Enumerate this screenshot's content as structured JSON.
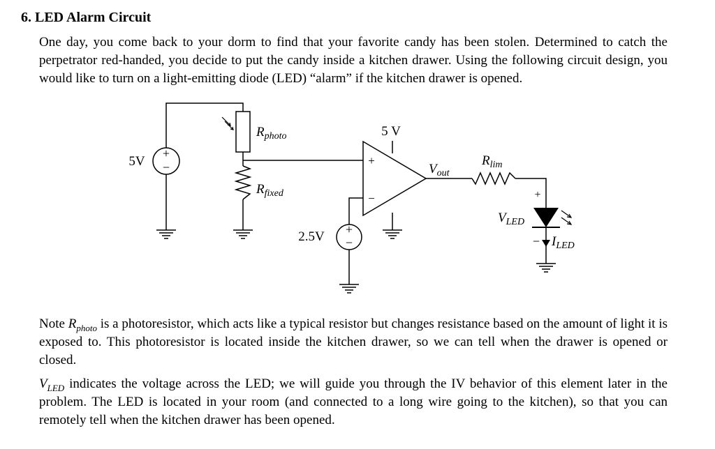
{
  "problem": {
    "number": "6.",
    "title": "LED Alarm Circuit"
  },
  "intro": "One day, you come back to your dorm to find that your favorite candy has been stolen. Determined to catch the perpetrator red-handed, you decide to put the candy inside a kitchen drawer. Using the following circuit design, you would like to turn on a light-emitting diode (LED) “alarm” if the kitchen drawer is opened.",
  "circuit": {
    "source_left": "5V",
    "source_ref": "2.5V",
    "opamp_supply": "5 V",
    "r_photo": {
      "main": "R",
      "sub": "photo"
    },
    "r_fixed": {
      "main": "R",
      "sub": "fixed"
    },
    "r_lim": {
      "main": "R",
      "sub": "lim"
    },
    "v_out": {
      "main": "V",
      "sub": "out"
    },
    "v_led": {
      "main": "V",
      "sub": "LED"
    },
    "i_led": {
      "main": "I",
      "sub": "LED"
    },
    "plus": "+",
    "minus": "−"
  },
  "note1": {
    "lead": "Note ",
    "sym_main": "R",
    "sym_sub": "photo",
    "rest": " is a photoresistor, which acts like a typical resistor but changes resistance based on the amount of light it is exposed to. This photoresistor is located inside the kitchen drawer, so we can tell when the drawer is opened or closed."
  },
  "note2": {
    "sym_main": "V",
    "sym_sub": "LED",
    "rest": " indicates the voltage across the LED; we will guide you through the IV behavior of this element later in the problem. The LED is located in your room (and connected to a long wire going to the kitchen), so that you can remotely tell when the kitchen drawer has been opened."
  }
}
